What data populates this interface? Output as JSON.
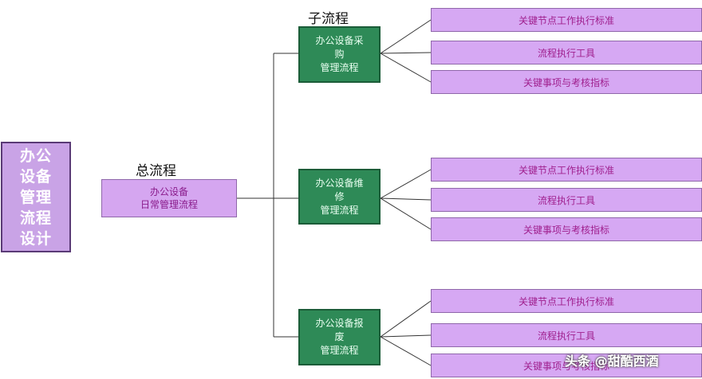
{
  "root": {
    "lines": [
      "办公",
      "设备",
      "管理",
      "流程",
      "设计"
    ]
  },
  "main_label": "总流程",
  "main_box": {
    "lines": [
      "办公设备",
      "日常管理流程"
    ]
  },
  "sub_label": "子流程",
  "sub_processes": [
    {
      "lines": [
        "办公设备采",
        "购",
        "管理流程"
      ],
      "leaves": [
        "关键节点工作执行标准",
        "流程执行工具",
        "关键事项与考核指标"
      ]
    },
    {
      "lines": [
        "办公设备维",
        "修",
        "管理流程"
      ],
      "leaves": [
        "关键节点工作执行标准",
        "流程执行工具",
        "关键事项与考核指标"
      ]
    },
    {
      "lines": [
        "办公设备报",
        "废",
        "管理流程"
      ],
      "leaves": [
        "关键节点工作执行标准",
        "流程执行工具",
        "关键事项与考核指标"
      ]
    }
  ],
  "watermark": "头条 @甜酷西酒",
  "colors": {
    "root_fill": "#c9a3e6",
    "leaf_fill": "#d6a8f3",
    "sub_fill": "#2e8a57",
    "connector": "#333333"
  }
}
